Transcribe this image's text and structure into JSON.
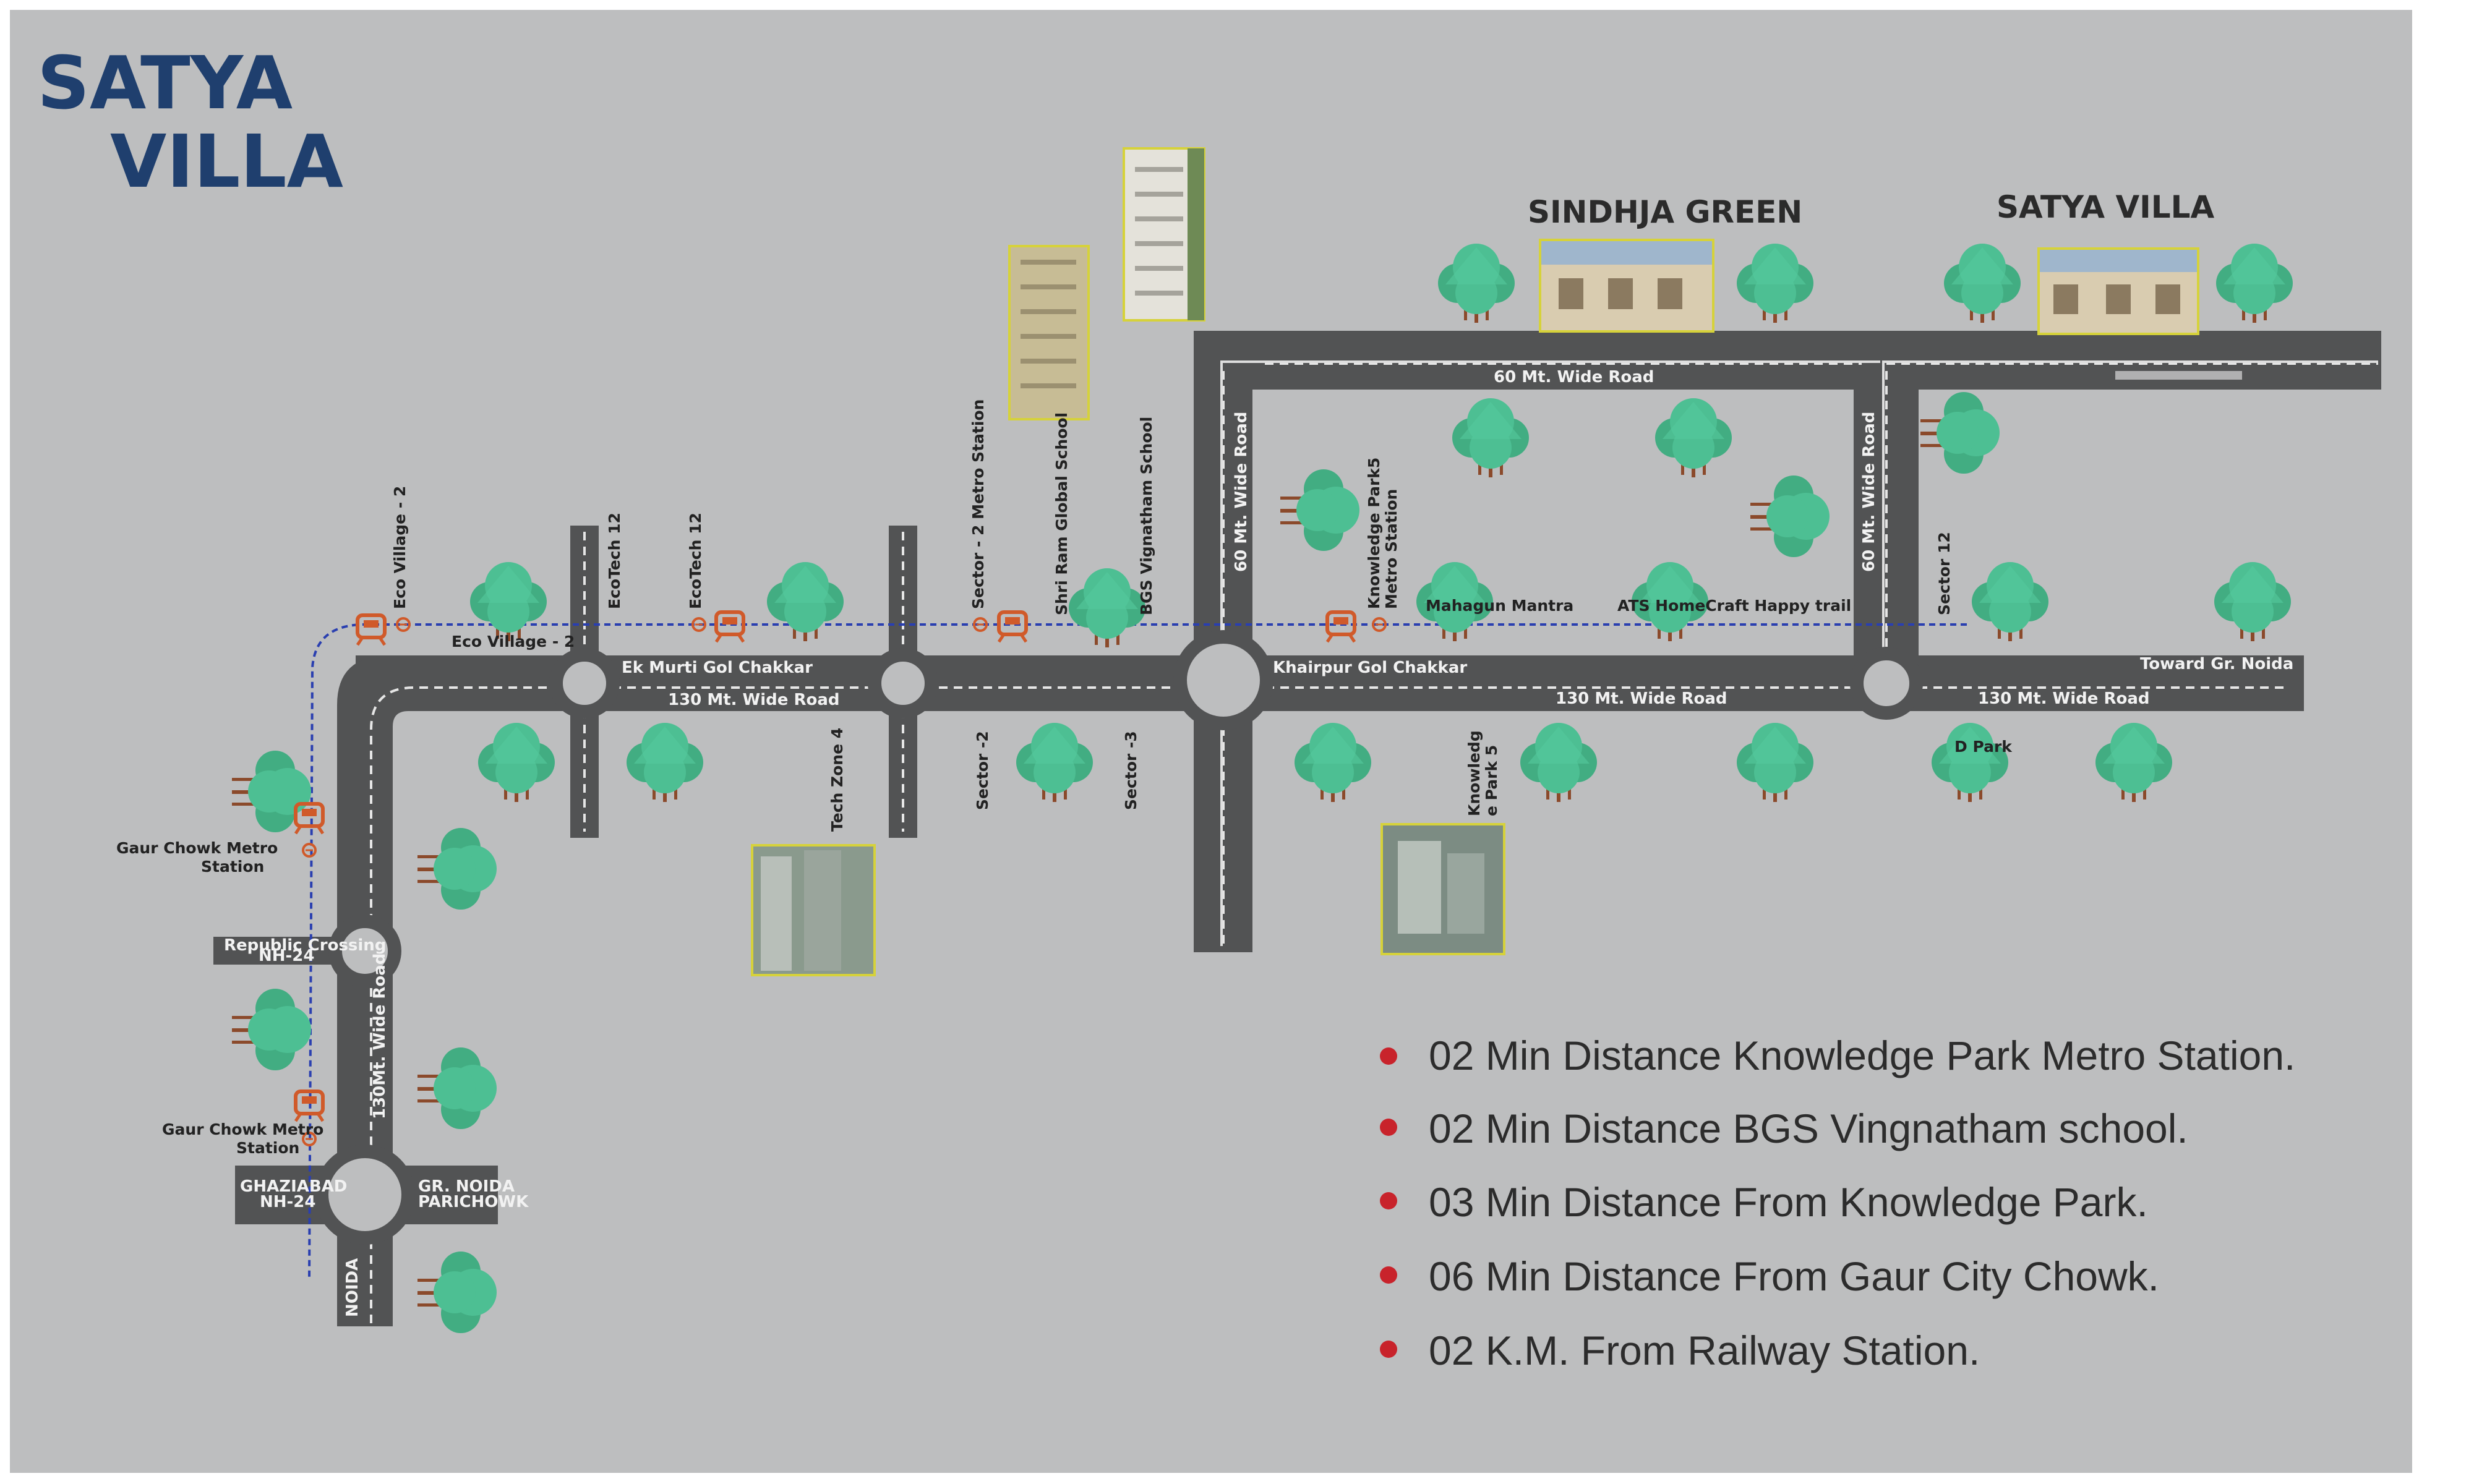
{
  "brand": {
    "line1": "SATYA",
    "line2": "VILLA"
  },
  "destinations": {
    "sindhja": "SINDHJA GREEN",
    "satya": "SATYA VILLA"
  },
  "roads": {
    "r60_top": "60 Mt. Wide Road",
    "r60_v1": "60 Mt. Wide Road",
    "r60_v2": "60 Mt. Wide Road",
    "r130_a": "130 Mt. Wide Road",
    "r130_b": "130 Mt. Wide Road",
    "r130_c": "130 Mt. Wide Road",
    "r130_v": "130Mt. Wide Road",
    "toward": "Toward Gr. Noida",
    "noida": "NOIDA"
  },
  "junctions": {
    "ekmurti": "Ek Murti Gol Chakkar",
    "khairpur": "Khairpur Gol Chakkar"
  },
  "landmarks": {
    "eco_village_2_v": "Eco Village - 2",
    "eco_village_2_h": "Eco Village - 2",
    "ecotech_12_a": "EcoTech 12",
    "ecotech_12_b": "EcoTech 12",
    "sector2_metro": "Sector - 2 Metro Station",
    "shri_ram": "Shri Ram Global School",
    "bgs": "BGS Vignatham School",
    "kp5_metro_1": "Knowledge Park5",
    "kp5_metro_2": "Metro Station",
    "mahagun": "Mahagun Mantra",
    "ats": "ATS HomeCraft Happy trail",
    "sector12": "Sector 12",
    "tech_zone4": "Tech Zone 4",
    "sector_2": "Sector -2",
    "sector_3": "Sector -3",
    "kp5_1": "Knowledg",
    "kp5_2": "e Park 5",
    "d_park": "D Park",
    "gaur_metro_1a": "Gaur Chowk Metro",
    "gaur_metro_1b": "Station",
    "gaur_metro_2a": "Gaur Chowk Metro",
    "gaur_metro_2b": "Station",
    "republic_1": "Republic Crossing",
    "republic_2": "NH-24",
    "ghaziabad_1": "GHAZIABAD",
    "ghaziabad_2": "NH-24",
    "grnoida_1": "GR. NOIDA",
    "grnoida_2": "PARICHOWK"
  },
  "highlights": [
    "02 Min Distance Knowledge  Park Metro Station.",
    "02 Min Distance BGS Vingnatham school.",
    "03 Min Distance From Knowledge Park.",
    "06 Min Distance  From Gaur City Chowk.",
    "02 K.M. From Railway Station."
  ],
  "colors": {
    "background": "#bdbebf",
    "road": "#525354",
    "brand": "#1f3f6e",
    "tree": "#4dbf93",
    "trunk": "#8b4a2b",
    "bullet": "#c8232b",
    "metro": "#d05a2a"
  }
}
